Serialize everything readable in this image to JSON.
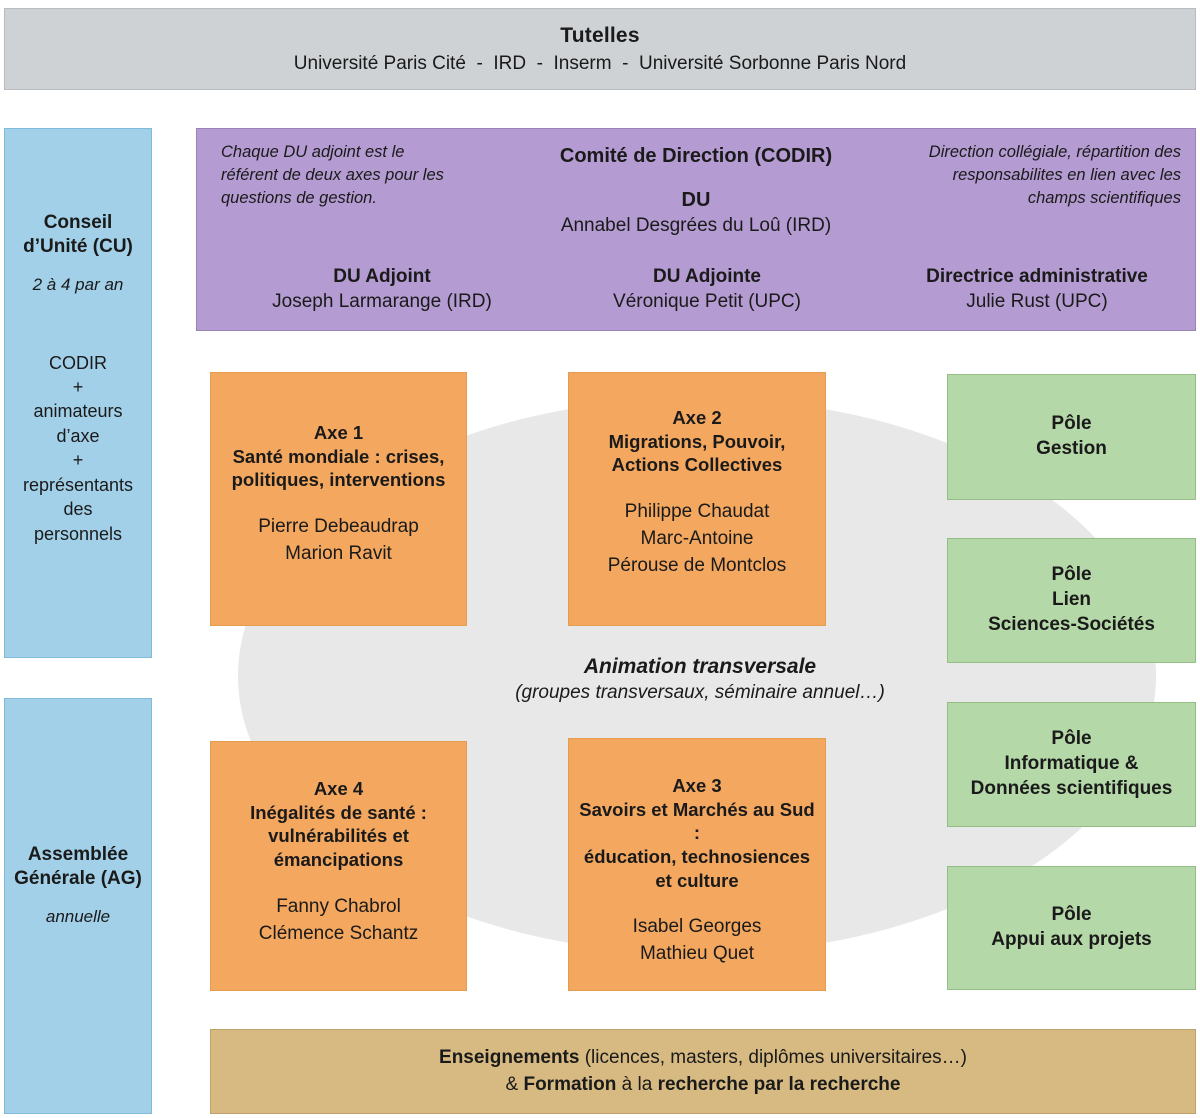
{
  "tutelles": {
    "title": "Tutelles",
    "subtitle": "Université Paris Cité  -  IRD  -  Inserm  -  Université Sorbonne Paris Nord"
  },
  "left_column": {
    "conseil_unite": {
      "title": "Conseil\nd’Unité (CU)",
      "frequency": "2 à 4 par an",
      "composition": "CODIR\n+\nanimateurs\nd’axe\n+\nreprésentants\ndes\npersonnels"
    },
    "assemblee_generale": {
      "title": "Assemblée\nGénérale (AG)",
      "frequency": "annuelle"
    }
  },
  "codir": {
    "title": "Comité de Direction (CODIR)",
    "note_left": "Chaque DU adjoint est le référent de deux axes pour les questions de gestion.",
    "note_right": "Direction collégiale, répartition des responsabilites en lien avec les champs scientifiques",
    "du_label": "DU",
    "du_name": "Annabel Desgrées du Loû (IRD)",
    "roles": [
      {
        "title": "DU Adjoint",
        "name": "Joseph Larmarange (IRD)"
      },
      {
        "title": "DU Adjointe",
        "name": "Véronique Petit (UPC)"
      },
      {
        "title": "Directrice administrative",
        "name": "Julie Rust (UPC)"
      }
    ]
  },
  "axes": [
    {
      "id": "axe1",
      "heading": "Axe 1\nSanté mondiale : crises,\npolitiques, interventions",
      "people": "Pierre Debeaudrap\nMarion Ravit"
    },
    {
      "id": "axe2",
      "heading": "Axe 2\nMigrations, Pouvoir,\nActions Collectives",
      "people": "Philippe Chaudat\nMarc-Antoine\nPérouse de Montclos"
    },
    {
      "id": "axe3",
      "heading": "Axe 3\nSavoirs et Marchés au Sud :\néducation, technosiences\net culture",
      "people": "Isabel Georges\nMathieu Quet"
    },
    {
      "id": "axe4",
      "heading": "Axe 4\nInégalités de santé :\nvulnérabilités et\némancipations",
      "people": "Fanny Chabrol\nClémence Schantz"
    }
  ],
  "transversale": {
    "title": "Animation transversale",
    "subtitle": "(groupes transversaux, séminaire annuel…)"
  },
  "poles": [
    {
      "label": "Pôle\nGestion"
    },
    {
      "label": "Pôle\nLien\nSciences-Sociétés"
    },
    {
      "label": "Pôle\nInformatique &\nDonnées scientifiques"
    },
    {
      "label": "Pôle\nAppui aux projets"
    }
  ],
  "enseignements": {
    "line1_bold": "Enseignements",
    "line1_rest": " (licences, masters, diplômes universitaires…)",
    "line2_prefix": "& ",
    "line2_bold1": "Formation",
    "line2_mid": " à la ",
    "line2_bold2": "recherche par la recherche"
  },
  "colors": {
    "header_gray": "#ced2d5",
    "blue": "#a2d0e8",
    "purple": "#b49bd1",
    "orange": "#f3a75f",
    "green": "#b5d8a8",
    "tan": "#d7b982",
    "ellipse_gray": "#e8e8e8"
  }
}
